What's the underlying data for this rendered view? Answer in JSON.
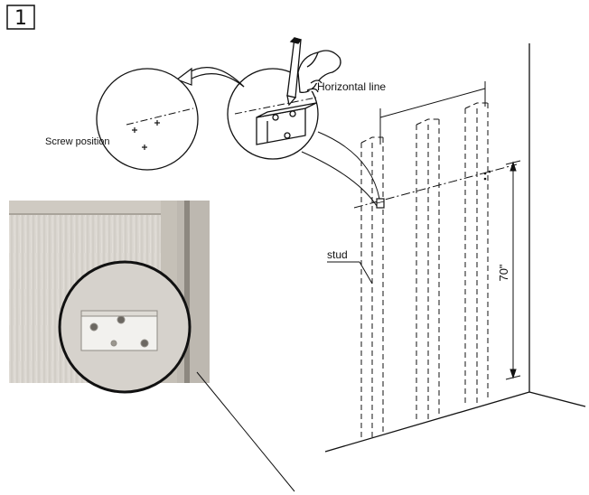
{
  "step": {
    "number": "1"
  },
  "labels": {
    "horizontal_line": "Horizontal line",
    "screw_position": "Screw position",
    "stud": "stud",
    "height": "70\""
  },
  "colors": {
    "ink": "#111111",
    "photo_wall": "#d6d2cc",
    "photo_frame": "#c9c4bb"
  }
}
